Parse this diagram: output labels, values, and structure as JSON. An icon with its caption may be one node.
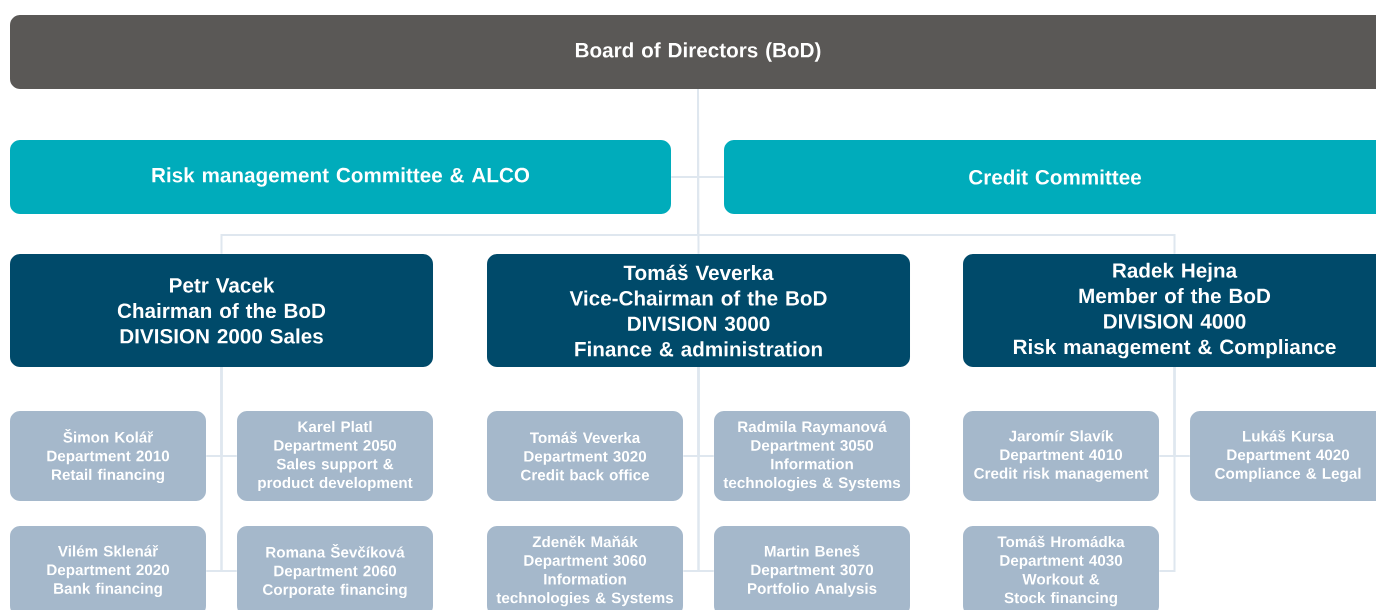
{
  "diagram": {
    "nodes": [
      {
        "text": [
          "Board of Directors (BoD)"
        ]
      },
      {
        "text": [
          "Risk management Committee & ALCO"
        ]
      },
      {
        "text": [
          "Credit Committee"
        ]
      },
      {
        "text": [
          "Petr Vacek",
          "Chairman of the BoD",
          "DIVISION 2000 Sales"
        ]
      },
      {
        "text": [
          "Tomáš Veverka",
          "Vice-Chairman of the BoD",
          "DIVISION 3000",
          "Finance & administration"
        ]
      },
      {
        "text": [
          "Radek Hejna",
          "Member of the BoD",
          "DIVISION 4000",
          "Risk management & Compliance"
        ]
      },
      {
        "text": [
          "Šimon Kolář",
          "Department 2010",
          "Retail financing"
        ]
      },
      {
        "text": [
          "Karel Platl",
          "Department 2050",
          "Sales support & product development"
        ]
      },
      {
        "text": [
          "Vilém Sklenář",
          "Department 2020",
          "Bank financing"
        ]
      },
      {
        "text": [
          "Romana Ševčíková",
          "Department 2060",
          "Corporate financing"
        ]
      },
      {
        "text": [
          "Tomáš Veverka",
          "Department 3020",
          "Credit back office"
        ]
      },
      {
        "text": [
          "Radmila Raymanová",
          "Department 3050",
          "Information technologies & Systems"
        ]
      },
      {
        "text": [
          "Zdeněk Maňák",
          "Department 3060",
          "Information technologies & Systems"
        ]
      },
      {
        "text": [
          "Martin Beneš",
          "Department 3070",
          "Portfolio Analysis"
        ]
      },
      {
        "text": [
          "Jaromír Slavík",
          "Department 4010",
          "Credit risk management"
        ]
      },
      {
        "text": [
          "Lukáš Kursa",
          "Department 4020",
          "Compliance & Legal"
        ]
      },
      {
        "text": [
          "Tomáš Hromádka",
          "Department 4030",
          "Workout & Stock financing"
        ]
      }
    ],
    "edges": [
      {
        "from": 0,
        "to": 1,
        "arrow": "none"
      },
      {
        "from": 0,
        "to": 2,
        "arrow": "none"
      },
      {
        "from": 0,
        "to": 3,
        "arrow": "none"
      },
      {
        "from": 0,
        "to": 4,
        "arrow": "none"
      },
      {
        "from": 0,
        "to": 5,
        "arrow": "none"
      },
      {
        "from": 3,
        "to": 6,
        "arrow": "none"
      },
      {
        "from": 3,
        "to": 7,
        "arrow": "none"
      },
      {
        "from": 3,
        "to": 8,
        "arrow": "none"
      },
      {
        "from": 3,
        "to": 9,
        "arrow": "none"
      },
      {
        "from": 4,
        "to": 10,
        "arrow": "none"
      },
      {
        "from": 4,
        "to": 11,
        "arrow": "none"
      },
      {
        "from": 4,
        "to": 12,
        "arrow": "none"
      },
      {
        "from": 4,
        "to": 13,
        "arrow": "none"
      },
      {
        "from": 5,
        "to": 14,
        "arrow": "none"
      },
      {
        "from": 5,
        "to": 15,
        "arrow": "none"
      },
      {
        "from": 5,
        "to": 16,
        "arrow": "none"
      }
    ]
  }
}
